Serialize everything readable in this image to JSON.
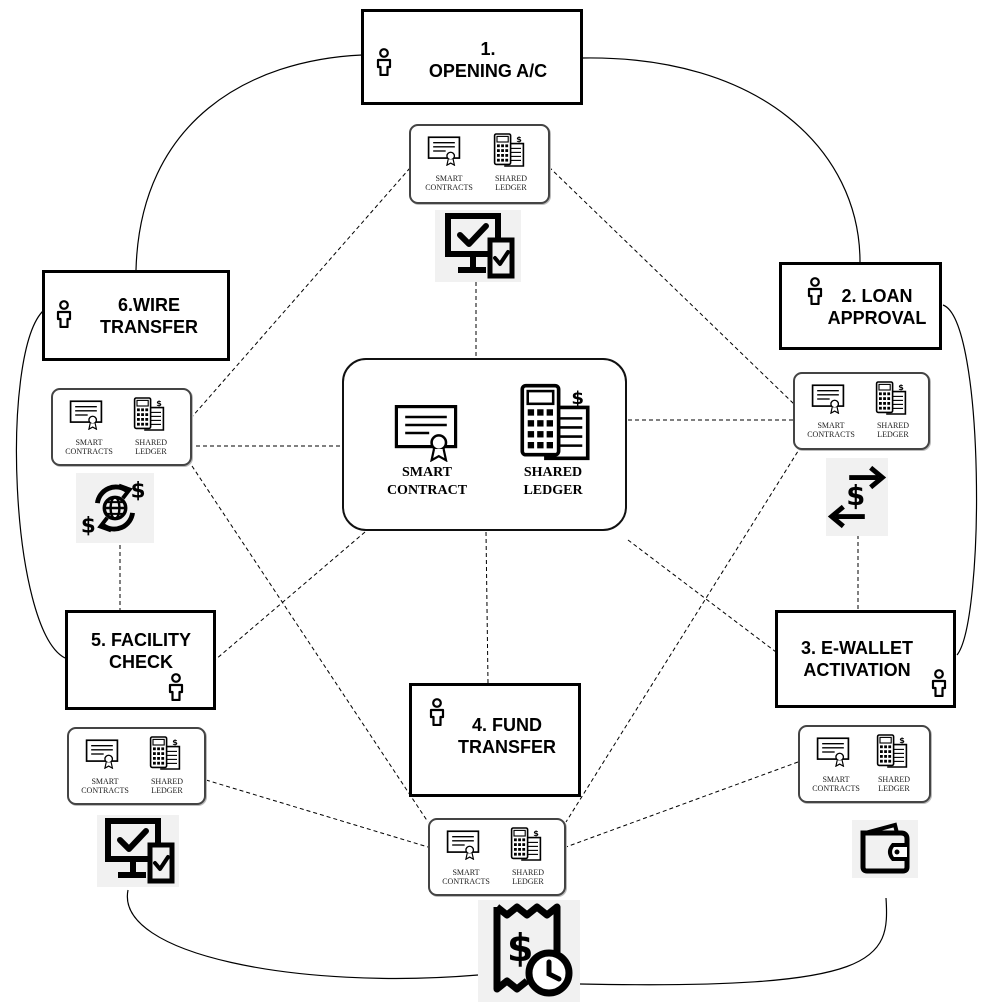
{
  "center": {
    "left_label_line1": "SMART",
    "left_label_line2": "CONTRACT",
    "right_label_line1": "SHARED",
    "right_label_line2": "LEDGER"
  },
  "node_labels": {
    "smart_line1": "SMART",
    "smart_line2": "CONTRACTS",
    "ledger_line1": "SHARED",
    "ledger_line2": "LEDGER"
  },
  "steps": [
    {
      "id": "opening",
      "line1": "1.",
      "line2": "OPENING A/C",
      "icon": "person-icon"
    },
    {
      "id": "loan",
      "line1": "2. LOAN",
      "line2": "APPROVAL",
      "icon": "person-icon"
    },
    {
      "id": "ewallet",
      "line1": "3. E-WALLET",
      "line2": "ACTIVATION",
      "icon": "person-icon"
    },
    {
      "id": "fund",
      "line1": "4. FUND",
      "line2": "TRANSFER",
      "icon": "person-icon"
    },
    {
      "id": "facility",
      "line1": "5. FACILITY",
      "line2": "CHECK",
      "icon": "person-icon"
    },
    {
      "id": "wire",
      "line1": "6.WIRE",
      "line2": "TRANSFER",
      "icon": "person-icon"
    }
  ],
  "service_icons": [
    "monitor-check-icon",
    "exchange-arrows-icon",
    "wallet-icon",
    "receipt-clock-icon",
    "monitor-check-icon",
    "currency-exchange-icon"
  ],
  "colors": {
    "line": "#000000",
    "node_border": "#444444",
    "icon_bg": "#f1f1f1"
  }
}
